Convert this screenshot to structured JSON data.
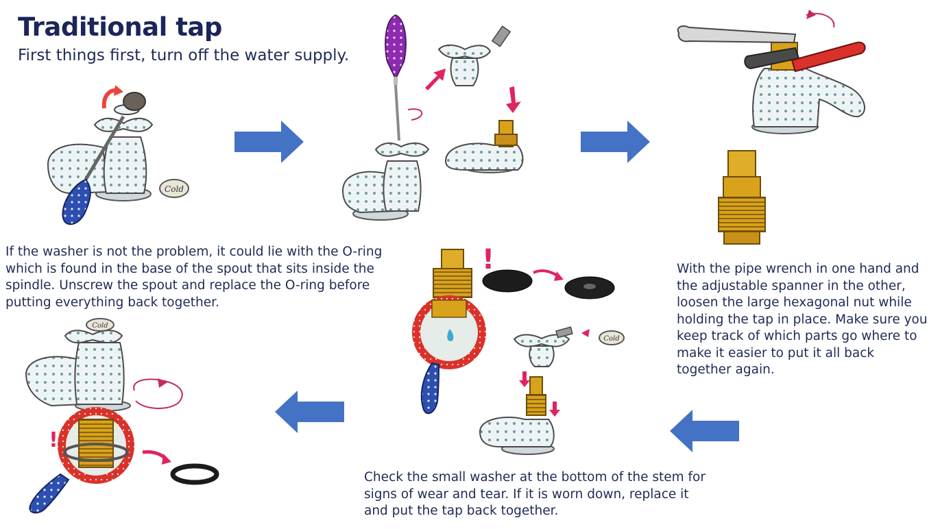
{
  "header": {
    "title": "Traditional tap",
    "subtitle": "First things first, turn off the water supply."
  },
  "steps": [
    {
      "text": "With the pipe wrench in one hand and the adjustable spanner in the other, loosen the large hexagonal nut while holding the tap in place. Make sure you keep track of which parts go where to make it easier to put it all back together again."
    },
    {
      "text": "Check the small washer at the bottom of the stem for signs of wear and tear. If it is worn down, replace it and put the tap back together."
    },
    {
      "text": "If the washer is not the problem, it could lie with the O-ring which is found in the base of the spout that sits inside the spindle. Unscrew the spout and replace the O-ring before putting everything back together."
    }
  ],
  "labels": {
    "cold": "Cold",
    "alert": "!"
  },
  "colors": {
    "arrow": "#4472c4",
    "accent": "#e0245e",
    "brass": "#d9a21b",
    "tap": "#eef4f5",
    "handle": "#2d4fb0",
    "handle_purple": "#8e2bb0",
    "title": "#1b2559"
  }
}
